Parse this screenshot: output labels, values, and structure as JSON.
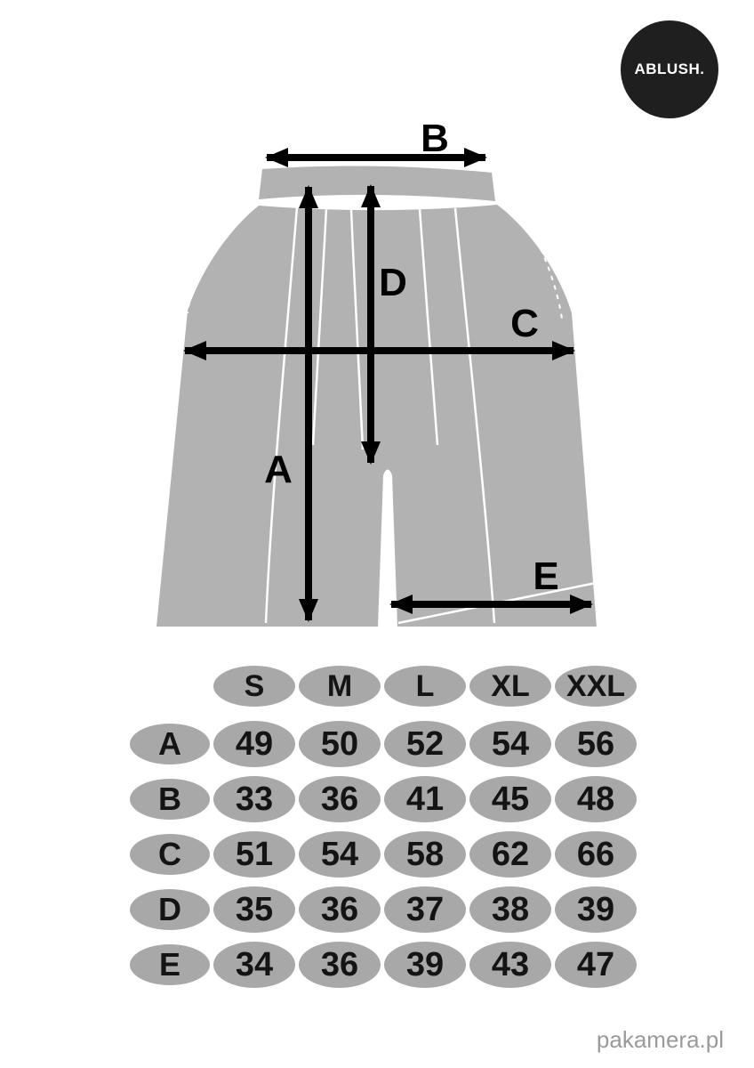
{
  "brand": {
    "logo_text": "ABLUSH."
  },
  "footer": {
    "watermark": "pakamera.pl"
  },
  "diagram": {
    "garment": "shorts-measurement-sketch",
    "measure_labels": {
      "a": "A",
      "b": "B",
      "c": "C",
      "d": "D",
      "e": "E"
    }
  },
  "chart_data": {
    "type": "table",
    "columns": [
      "S",
      "M",
      "L",
      "XL",
      "XXL"
    ],
    "rows": [
      {
        "label": "A",
        "values": [
          49,
          50,
          52,
          54,
          56
        ]
      },
      {
        "label": "B",
        "values": [
          33,
          36,
          41,
          45,
          48
        ]
      },
      {
        "label": "C",
        "values": [
          51,
          54,
          58,
          62,
          66
        ]
      },
      {
        "label": "D",
        "values": [
          35,
          36,
          37,
          38,
          39
        ]
      },
      {
        "label": "E",
        "values": [
          34,
          36,
          39,
          43,
          47
        ]
      }
    ]
  },
  "colors": {
    "shorts_gray": "#b2b2b2",
    "oval_gray": "#a8a8a8",
    "arrow_black": "#000000",
    "logo_bg": "#1f1f1f",
    "watermark_gray": "#9a9a9a"
  }
}
